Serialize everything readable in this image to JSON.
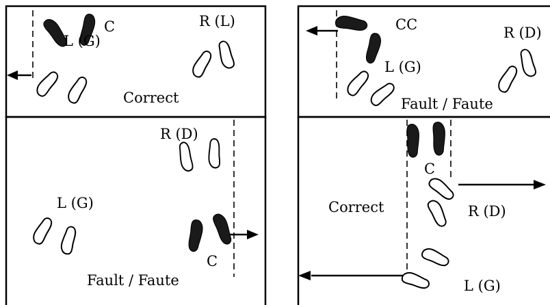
{
  "panels": {
    "top_left": {
      "label_c": "C",
      "label_right": "R (L)",
      "label_left": "L (G)",
      "caption": "Correct"
    },
    "top_right": {
      "label_cc": "CC",
      "label_right": "R (D)",
      "label_left": "L (G)",
      "caption": "Fault / Faute"
    },
    "bottom_left": {
      "label_right": "R (D)",
      "label_left": "L (G)",
      "label_c": "C",
      "caption": "Fault / Faute"
    },
    "bottom_right": {
      "label_c": "C",
      "caption": "Correct",
      "label_right": "R (D)",
      "label_left": "L (G)"
    }
  },
  "icons": {
    "open_foot": "outline-footprint-icon",
    "solid_foot": "solid-footprint-icon",
    "arrow": "arrow-icon"
  }
}
